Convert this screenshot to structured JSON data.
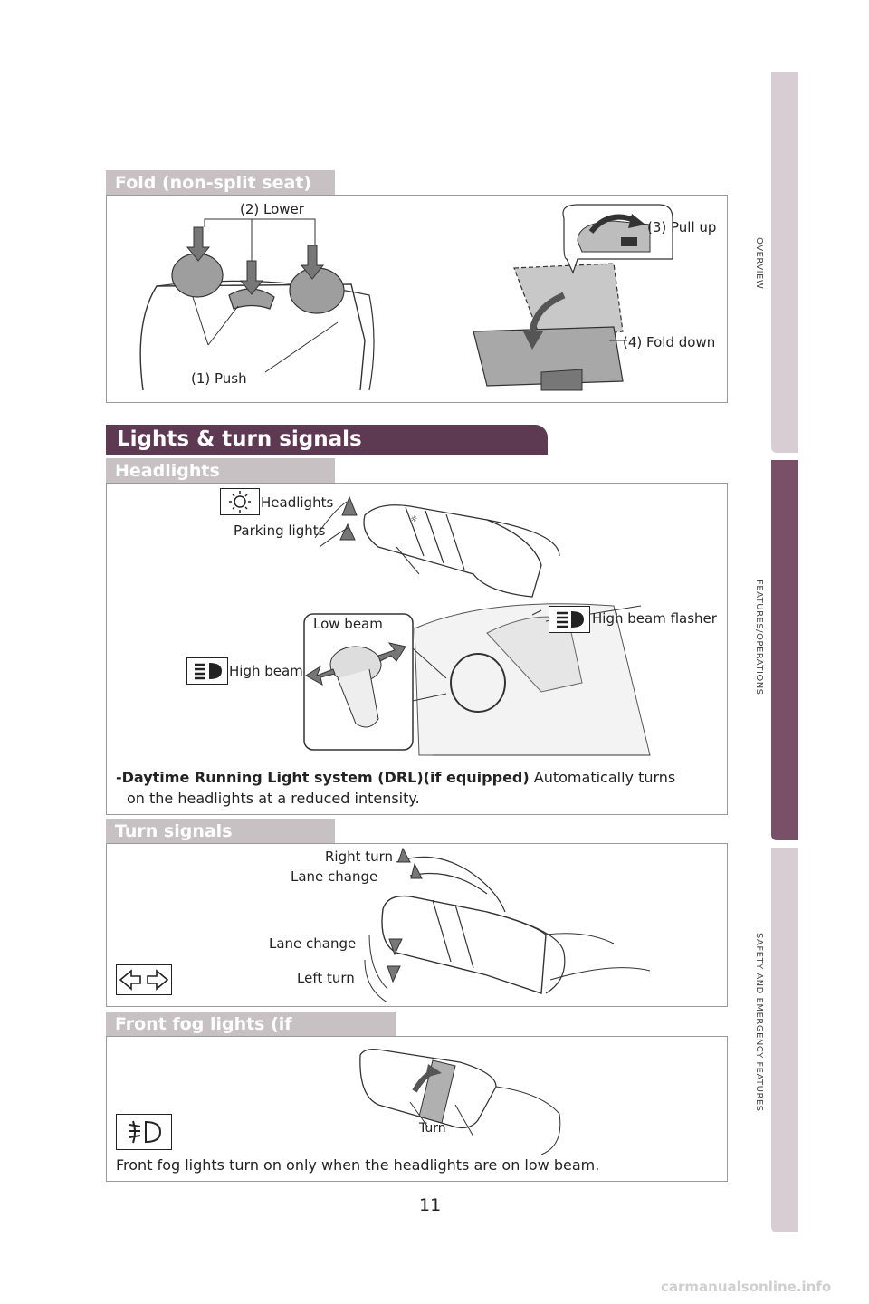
{
  "side_tabs": [
    {
      "label": "OVERVIEW",
      "active": false
    },
    {
      "label": "FEATURES/OPERATIONS",
      "active": true
    },
    {
      "label": "SAFETY AND EMERGENCY FEATURES",
      "active": false
    }
  ],
  "fold": {
    "tab": "Fold (non-split seat)",
    "lower": "(2) Lower",
    "push": "(1) Push",
    "pull_up": "(3) Pull up",
    "fold_down": "(4) Fold down"
  },
  "banner": "Lights & turn signals",
  "headlights": {
    "tab": "Headlights",
    "headlights": "Headlights",
    "parking_lights": "Parking lights",
    "low_beam": "Low beam",
    "high_beam": "High beam",
    "high_beam_flasher": "High beam flasher",
    "drl_bold": "-Daytime Running Light system (DRL)(if equipped)",
    "drl_rest": " Automatically turns",
    "drl_line2": "on the headlights at a reduced intensity."
  },
  "turn": {
    "tab": "Turn signals",
    "right_turn": "Right turn",
    "lane_change_up": "Lane change",
    "lane_change_down": "Lane change",
    "left_turn": "Left turn"
  },
  "fog": {
    "tab": "Front fog lights (if equipped)",
    "turn": "Turn",
    "caption": "Front fog lights turn on only when the headlights are on low beam."
  },
  "page_number": "11",
  "watermark": "carmanualsonline.info",
  "colors": {
    "tab_gray": "#c7c1c3",
    "banner_purple": "#5e3a52",
    "active_tab": "#7a5068",
    "inactive_tab": "#d8cdd2"
  }
}
